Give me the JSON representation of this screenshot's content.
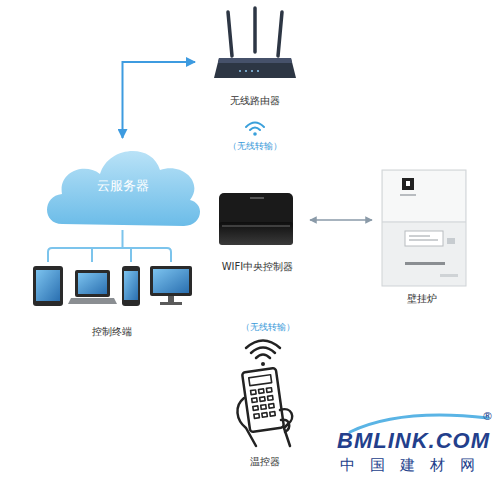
{
  "diagram": {
    "nodes": [
      {
        "text": [
          "无线路由器"
        ]
      },
      {
        "text": [
          "云服务器"
        ]
      },
      {
        "text": [
          "WIFI中央控制器"
        ]
      },
      {
        "text": [
          "壁挂炉"
        ]
      },
      {
        "text": [
          "控制终端"
        ]
      },
      {
        "text": [
          "温控器"
        ]
      }
    ],
    "edges": [
      {
        "from": 1,
        "to": 0,
        "arrow": "both"
      },
      {
        "from": 2,
        "to": 3,
        "arrow": "both"
      },
      {
        "from": 1,
        "to": 4,
        "arrow": "none"
      }
    ],
    "labels": [
      "（无线转输）",
      "（无线转输）",
      "BMLINK.COM",
      "®",
      "中国建材网"
    ]
  }
}
